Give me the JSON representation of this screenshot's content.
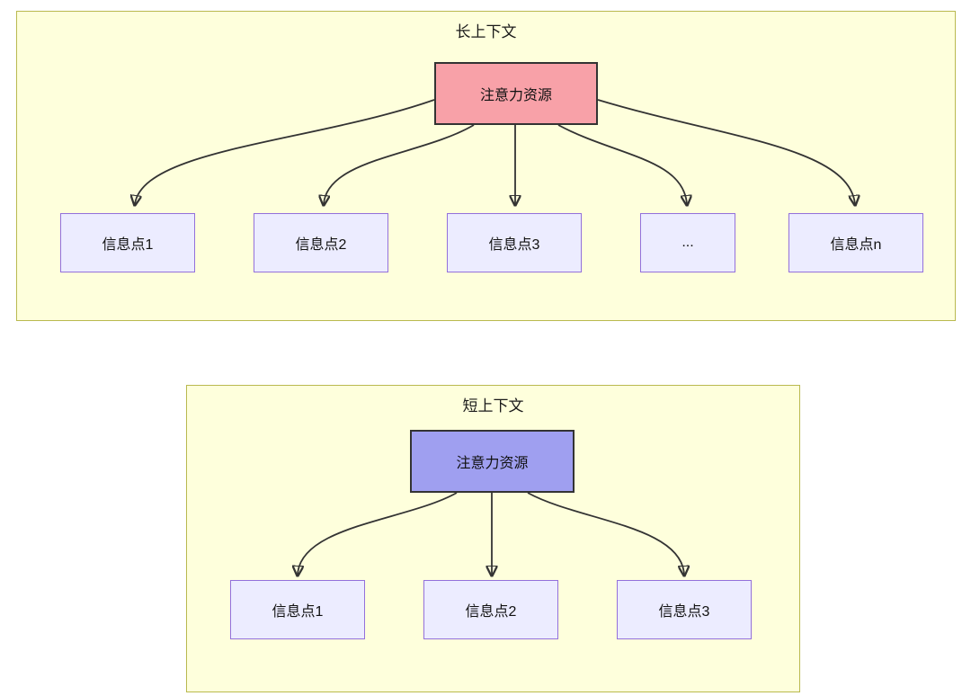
{
  "diagram": {
    "long_context": {
      "title": "长上下文",
      "attention": {
        "label": "注意力资源"
      },
      "nodes": [
        {
          "label": "信息点1"
        },
        {
          "label": "信息点2"
        },
        {
          "label": "信息点3"
        },
        {
          "label": "..."
        },
        {
          "label": "信息点n"
        }
      ]
    },
    "short_context": {
      "title": "短上下文",
      "attention": {
        "label": "注意力资源"
      },
      "nodes": [
        {
          "label": "信息点1"
        },
        {
          "label": "信息点2"
        },
        {
          "label": "信息点3"
        }
      ]
    },
    "colors": {
      "container_fill": "#feffdc",
      "container_border": "#b9b94f",
      "info_node_fill": "#ececff",
      "info_node_border": "#9370db",
      "attention_long_fill": "#f8a1a8",
      "attention_short_fill": "#9f9ff0",
      "edge": "#333333"
    }
  }
}
